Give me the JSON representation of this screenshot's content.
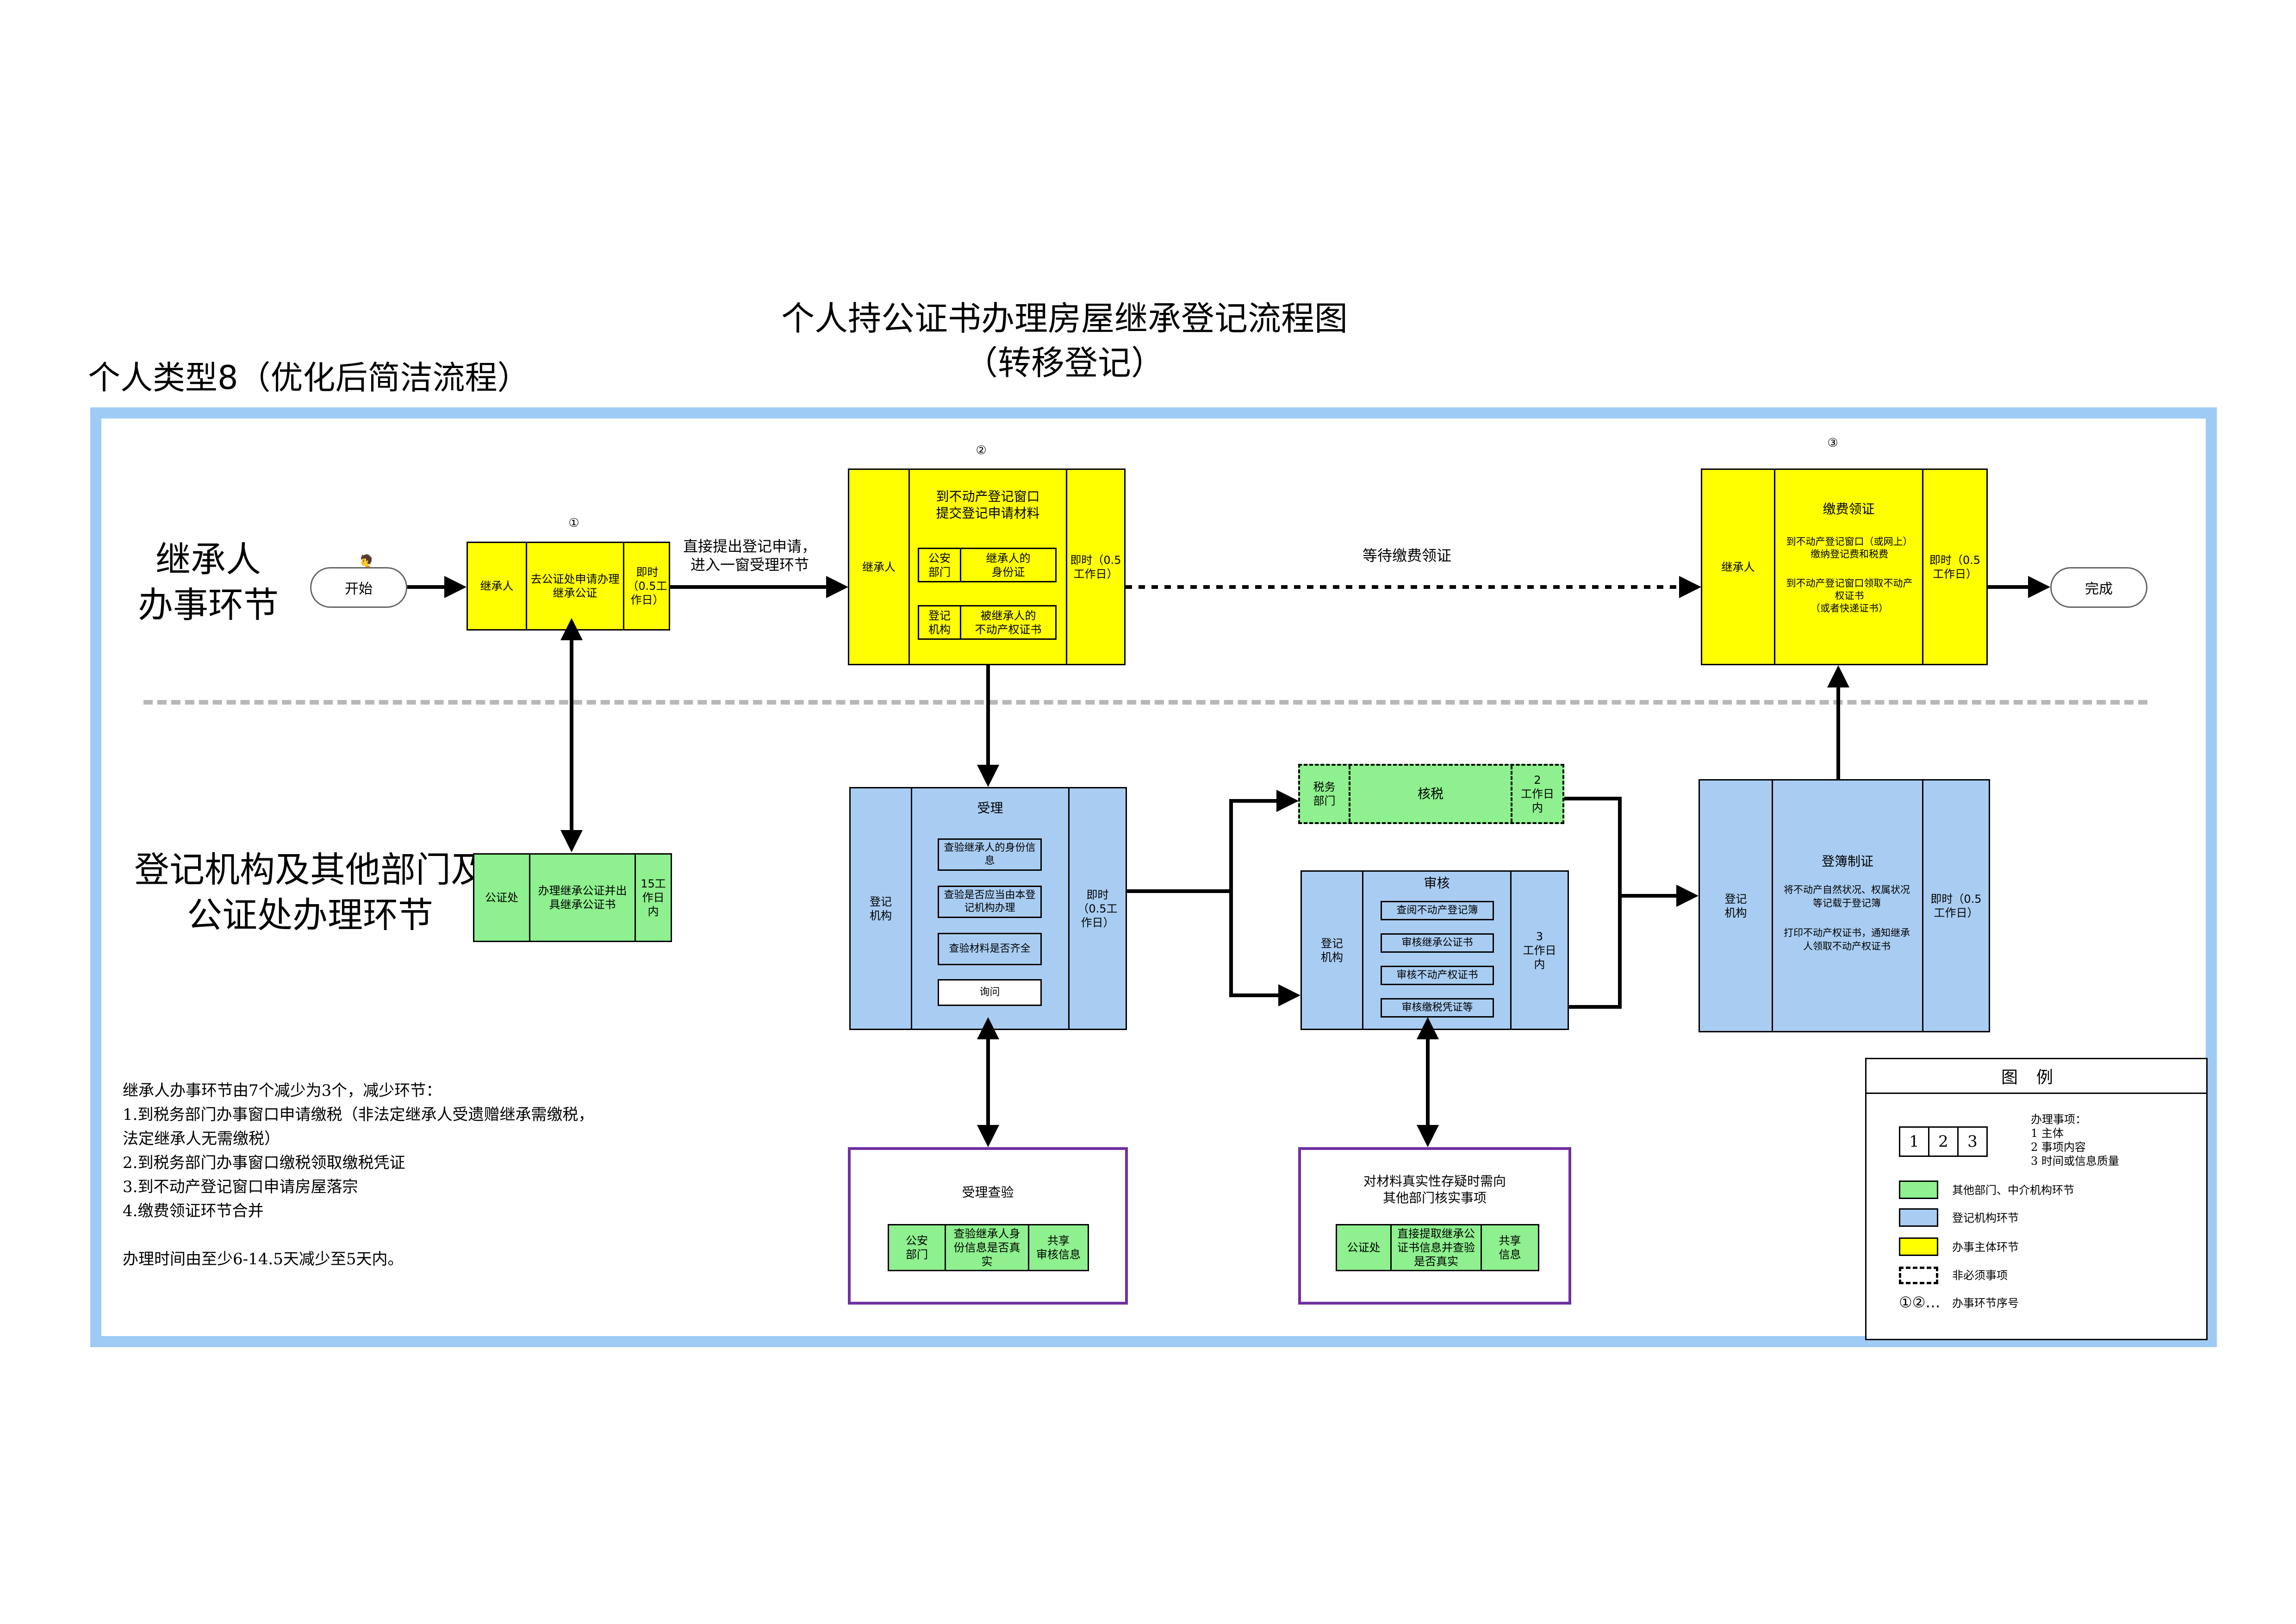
{
  "title": {
    "line1": "个人持公证书办理房屋继承登记流程图",
    "line2": "（转移登记）"
  },
  "subtitle": "个人类型8（优化后简洁流程）",
  "lanes": {
    "applicant": "继承人\n办事环节",
    "agency": "登记机构及其他部门及\n公证处办理环节"
  },
  "start_label": "开始",
  "end_label": "完成",
  "step_numbers": {
    "s1": "①",
    "s2": "②",
    "s3": "③"
  },
  "step1": {
    "actor": "继承人",
    "content": "去公证处申请办理继承公证",
    "time": "即时（0.5工作日）"
  },
  "arrow_label_1": "直接提出登记申请，\n进入一窗受理环节",
  "step2": {
    "actor": "继承人",
    "heading": "到不动产登记窗口\n提交登记申请材料",
    "row1_left": "公安\n部门",
    "row1_right": "继承人的\n身份证",
    "row2_left": "登记\n机构",
    "row2_right": "被继承人的\n不动产权证书",
    "time": "即时（0.5工作日）"
  },
  "arrow_label_2": "等待缴费领证",
  "step3": {
    "actor": "继承人",
    "heading": "缴费领证",
    "line1": "到不动产登记窗口（或网上）缴纳登记费和税费",
    "line2": "到不动产登记窗口领取不动产权证书\n（或者快递证书）",
    "time": "即时（0.5工作日）"
  },
  "notary": {
    "actor": "公证处",
    "content": "办理继承公证并出具继承公证书",
    "time": "15工作日内"
  },
  "accept": {
    "actor": "登记\n机构",
    "heading": "受理",
    "items": [
      "查验继承人的身份信息",
      "查验是否应当由本登记机构办理",
      "查验材料是否齐全",
      "询问"
    ],
    "time": "即时（0.5工作日）"
  },
  "tax": {
    "actor": "税务\n部门",
    "content": "核税",
    "time": "2\n工作日\n内"
  },
  "review": {
    "actor": "登记\n机构",
    "heading": "审核",
    "items": [
      "查阅不动产登记簿",
      "审核继承公证书",
      "审核不动产权证书",
      "审核缴税凭证等"
    ],
    "time": "3\n工作日\n内"
  },
  "register": {
    "actor": "登记\n机构",
    "heading": "登簿制证",
    "line1": "将不动产自然状况、权属状况等记载于登记簿",
    "line2": "打印不动产权证书，通知继承人领取不动产权证书",
    "time": "即时（0.5工作日）"
  },
  "verify1": {
    "heading": "受理查验",
    "left": "公安\n部门",
    "middle": "查验继承人身份信息是否真实",
    "right": "共享\n审核信息"
  },
  "verify2": {
    "heading": "对材料真实性存疑时需向\n其他部门核实事项",
    "left": "公证处",
    "middle": "直接提取继承公证书信息并查验是否真实",
    "right": "共享\n信息"
  },
  "notes": "继承人办事环节由7个减少为3个，减少环节：\n1.到税务部门办事窗口申请缴税（非法定继承人受遗赠继承需缴税，\n法定继承人无需缴税）\n2.到税务部门办事窗口缴税领取缴税凭证\n3.到不动产登记窗口申请房屋落宗\n4.缴费领证环节合并\n\n办理时间由至少6-14.5天减少至5天内。",
  "legend": {
    "title": "图例",
    "nums": [
      "1",
      "2",
      "3"
    ],
    "nums_desc": "办理事项：\n1 主体\n2 事项内容\n3 时间或信息质量",
    "green": "其他部门、中介机构环节",
    "blue": "登记机构环节",
    "yellow": "办事主体环节",
    "dashed": "非必须事项",
    "seq_symbol": "①②…",
    "seq": "办事环节序号",
    "colors": {
      "green": "#8ef08e",
      "blue": "#a9cdf2",
      "yellow": "#ffff00"
    }
  }
}
